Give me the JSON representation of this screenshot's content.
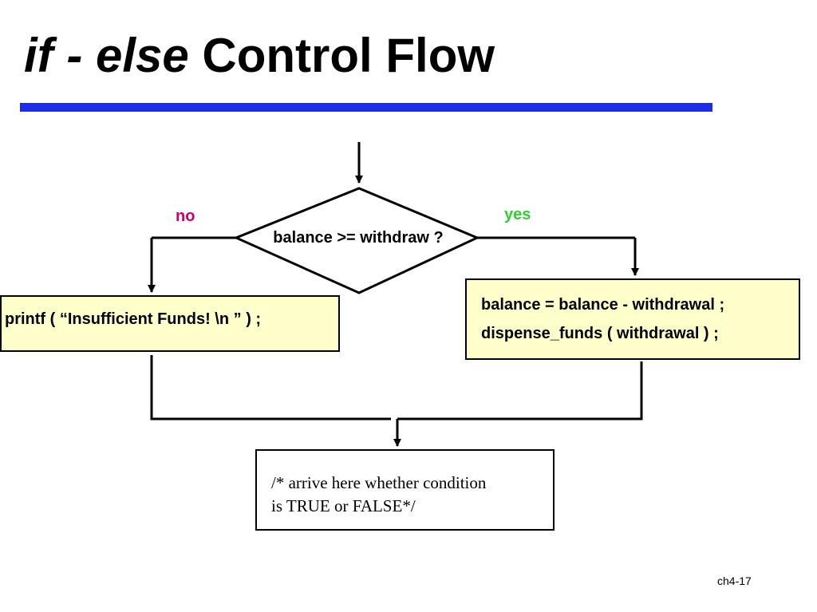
{
  "slide": {
    "title_italic": "if - else",
    "title_rest": " Control Flow",
    "page_number": "ch4-17"
  },
  "colors": {
    "rule": "#1e2ee8",
    "no_label": "#cc0066",
    "yes_label": "#33cc33",
    "code_box_fill": "#ffffcc"
  },
  "flowchart": {
    "condition": "balance >= withdraw ?",
    "no_label": "no",
    "yes_label": "yes",
    "no_branch_statement": "printf ( “Insufficient Funds! \\n ” ) ;",
    "yes_branch_statements": [
      "balance = balance - withdrawal ;",
      "dispense_funds ( withdrawal ) ;"
    ],
    "merge_statement": [
      "/* arrive here whether condition",
      "is TRUE or FALSE*/"
    ]
  }
}
